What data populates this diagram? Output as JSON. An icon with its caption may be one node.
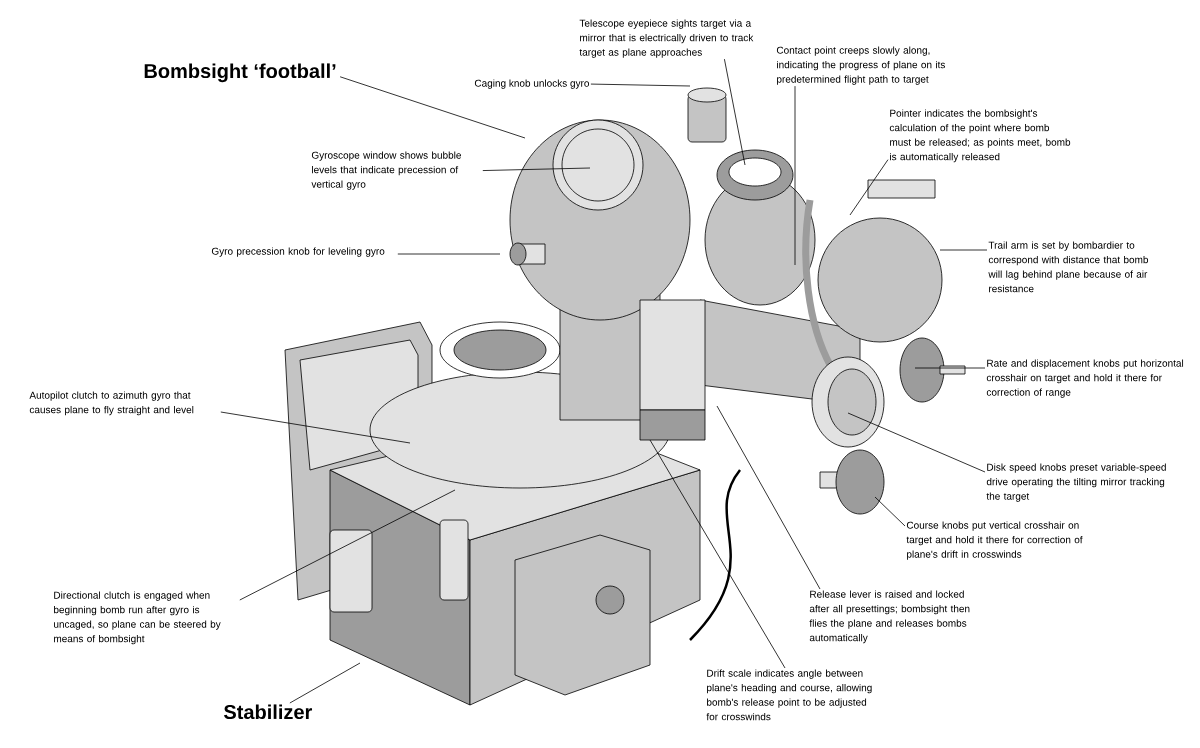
{
  "diagram": {
    "nodes": [
      {
        "text": [
          "Bombsight ‘football’"
        ]
      },
      {
        "text": [
          "Telescope eyepiece sights target via a mirror that is electrically driven to track target as plane approaches"
        ]
      },
      {
        "text": [
          "Contact point creeps slowly along, indicating the progress of plane on its predetermined flight path to target"
        ]
      },
      {
        "text": [
          "Caging knob unlocks gyro"
        ]
      },
      {
        "text": [
          "Pointer indicates the bombsight's calculation of the point where bomb must be released; as points meet, bomb is automatically released"
        ]
      },
      {
        "text": [
          "Gyroscope window shows bubble levels that indicate precession of vertical gyro"
        ]
      },
      {
        "text": [
          "Trail arm is set by bombardier to correspond with distance that bomb will lag behind plane because of air resistance"
        ]
      },
      {
        "text": [
          "Gyro precession knob for leveling gyro"
        ]
      },
      {
        "text": [
          "Rate and displacement knobs put horizontal crosshair on target and hold it there for correction of range"
        ]
      },
      {
        "text": [
          "Autopilot clutch to azimuth gyro that causes plane to fly straight and level"
        ]
      },
      {
        "text": [
          "Disk speed knobs preset variable-speed drive operating the tilting mirror tracking the target"
        ]
      },
      {
        "text": [
          "Course knobs put vertical crosshair on target and hold it there for correction of plane's drift in crosswinds"
        ]
      },
      {
        "text": [
          "Directional clutch is engaged when beginning bomb run after gyro is uncaged, so plane can be steered by means of bombsight"
        ]
      },
      {
        "text": [
          "Release lever is raised and locked after all presettings; bombsight then flies the plane and releases bombs automatically"
        ]
      },
      {
        "text": [
          "Drift scale indicates angle between plane's heading and course, allowing bomb's release point to be adjusted for crosswinds"
        ]
      },
      {
        "text": [
          "Stabilizer"
        ]
      }
    ],
    "edges": [
      {
        "from": 0,
        "to": null,
        "arrow": "none"
      },
      {
        "from": 1,
        "to": null,
        "arrow": "none"
      },
      {
        "from": 2,
        "to": null,
        "arrow": "none"
      },
      {
        "from": 3,
        "to": null,
        "arrow": "none"
      },
      {
        "from": 4,
        "to": null,
        "arrow": "none"
      },
      {
        "from": 5,
        "to": null,
        "arrow": "none"
      },
      {
        "from": 6,
        "to": null,
        "arrow": "none"
      },
      {
        "from": 7,
        "to": null,
        "arrow": "none"
      },
      {
        "from": 8,
        "to": null,
        "arrow": "none"
      },
      {
        "from": 9,
        "to": null,
        "arrow": "none"
      },
      {
        "from": 10,
        "to": null,
        "arrow": "none"
      },
      {
        "from": 11,
        "to": null,
        "arrow": "none"
      },
      {
        "from": 12,
        "to": null,
        "arrow": "none"
      },
      {
        "from": 13,
        "to": null,
        "arrow": "none"
      },
      {
        "from": 14,
        "to": null,
        "arrow": "none"
      },
      {
        "from": 15,
        "to": null,
        "arrow": "none"
      }
    ]
  }
}
